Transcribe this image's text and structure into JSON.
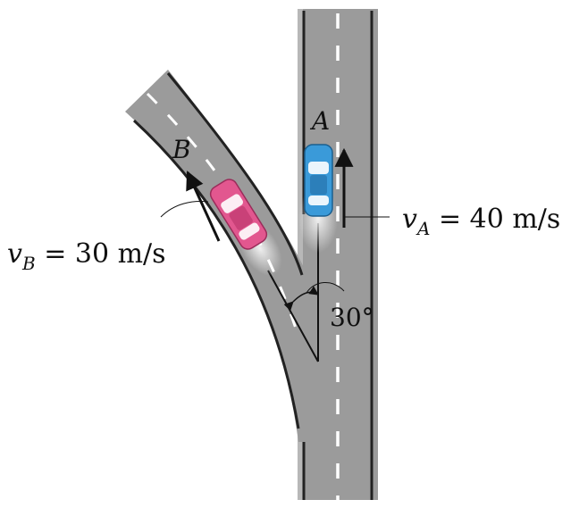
{
  "labels": {
    "car_a": "A",
    "car_b": "B",
    "angle": "30°",
    "va_symbol": "v",
    "va_sub": "A",
    "va_rest": " = 40 m/s",
    "vb_symbol": "v",
    "vb_sub": "B",
    "vb_rest": " = 30 m/s"
  },
  "values": {
    "speed_a": 40,
    "speed_b": 30,
    "speed_unit": "m/s",
    "angle_deg": 30
  },
  "colors": {
    "road": "#9b9b9b",
    "road_edge": "#222222",
    "lane_mark": "#ffffff",
    "car_a": "#3a9ad9",
    "car_b": "#e2578f",
    "arrow": "#111111"
  }
}
